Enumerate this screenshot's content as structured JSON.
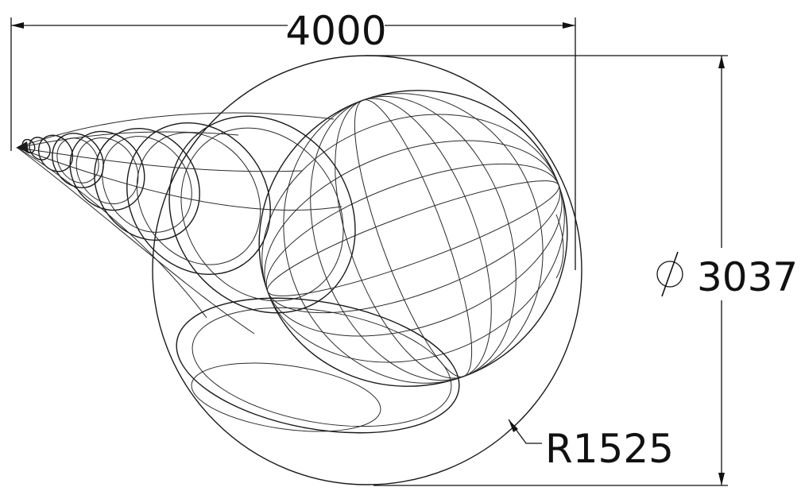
{
  "drawing": {
    "width_dimension": {
      "value": "4000"
    },
    "diameter_dimension": {
      "symbol": "⌀",
      "value": "3037"
    },
    "radius_dimension": {
      "value": "R1525"
    }
  },
  "colors": {
    "line": "#1a1a1a",
    "background": "#ffffff"
  }
}
